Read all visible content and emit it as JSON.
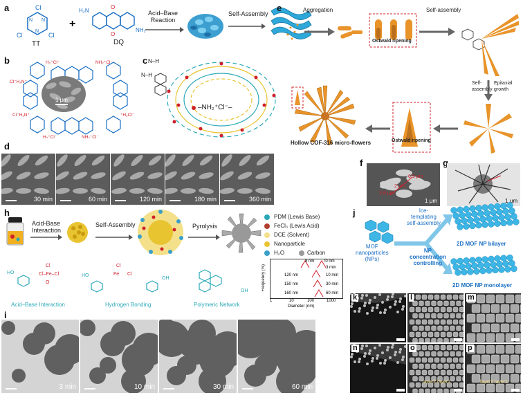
{
  "panels": {
    "a": {
      "label": "a",
      "reactant1": "TT",
      "reactant2": "DQ",
      "plus": "+",
      "arrow1": "Acid–Base\nReaction",
      "arrow2": "Self-Assembly"
    },
    "b": {
      "label": "b",
      "scale": "1 μm"
    },
    "c": {
      "label": "c",
      "nh": "N–H",
      "legend": "–NH₂⁺Cl⁻–"
    },
    "d": {
      "label": "d",
      "times": [
        "30 min",
        "60 min",
        "120 min",
        "180 min",
        "360 min"
      ]
    },
    "e": {
      "label": "e",
      "aggregation": "Aggregation",
      "ostwald1": "Ostwald ripening",
      "selfassembly1": "Self-assembly",
      "selfassembly2": "Self-\nassembly",
      "epitaxial": "Epitaxial\ngrowth",
      "ostwald2": "Ostwald ripening",
      "product": "Hollow COF-316 micro-flowers"
    },
    "f": {
      "label": "f",
      "m1": "6.9 μm",
      "m2": "3.8 μm",
      "m3": "2 μm",
      "scale": "1 μm"
    },
    "g": {
      "label": "g",
      "scale": "1 μm"
    },
    "h": {
      "label": "h",
      "arrow1": "Acid-Base\nInteraction",
      "arrow2": "Self-Assembly",
      "arrow3": "Pyrolysis",
      "legend": [
        "PDM (Lewis Base)",
        "FeCl₃ (Lewis Acid)",
        "DCE (Solvent)",
        "Nanoparticle",
        "H₂O",
        "Carbon"
      ],
      "mol1_caption": "Acid–Base Interaction",
      "mol2_caption": "Hydrogen Bonding",
      "mol3_caption": "Polymeric Network",
      "inset": {
        "ylabel": "Frequency (%)",
        "xlabel": "Diameter (nm)",
        "ticks": [
          "1",
          "10",
          "100",
          "1000"
        ],
        "rows": [
          {
            "size": "8 nm",
            "size2": "70 nm",
            "time": "3 min"
          },
          {
            "size": "120 nm",
            "time": "10 min"
          },
          {
            "size": "150 nm",
            "time": "30 min"
          },
          {
            "size": "160 nm",
            "time": "60 min"
          }
        ]
      }
    },
    "i": {
      "label": "i",
      "times": [
        "3 min",
        "10 min",
        "30 min",
        "60 min"
      ]
    },
    "j": {
      "label": "j",
      "mof": "MOF\nnanoparticles\n(NPs)",
      "upper": "Ice-\ntemplating\nself-assembly",
      "lower": "NP\nconcentration\ncontrolling",
      "bilayer": "2D MOF NP bilayer",
      "monolayer": "2D MOF NP monolayer"
    },
    "kp": {
      "labels": [
        "k",
        "l",
        "m",
        "n",
        "o",
        "p"
      ],
      "layer_o": "layer2 layer1",
      "layer_p": "layer2 layer1"
    }
  },
  "colors": {
    "blue": "#1a6fc4",
    "red": "#d0202a",
    "orange": "#e8942a",
    "teal": "#2aa8b8",
    "cyan": "#3db6e6",
    "yellow": "#e8c430"
  }
}
